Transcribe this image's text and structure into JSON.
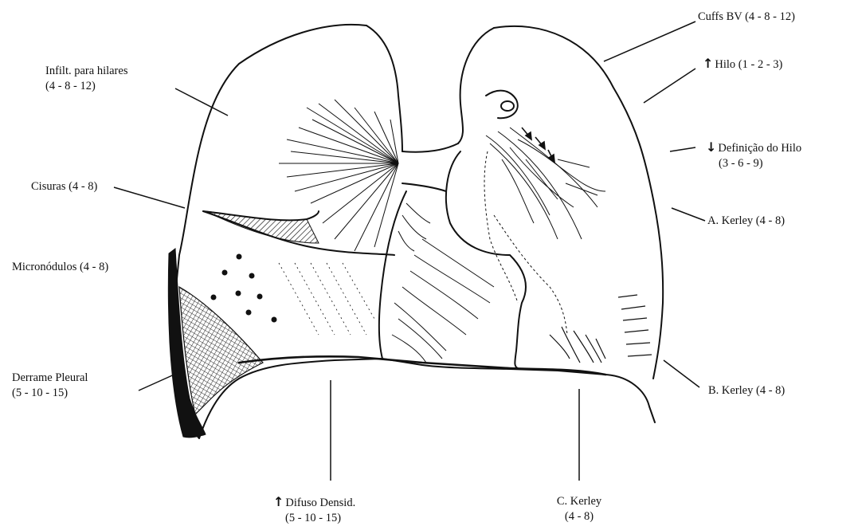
{
  "labels": {
    "cuffs_bv": "Cuffs BV (4 - 8 - 12)",
    "hilo": "Hilo (1 - 2 - 3)",
    "hilo_arrow": "↑",
    "definicao_line1": "Definição do Hilo",
    "definicao_line2": "(3 - 6 - 9)",
    "definicao_arrow": "↓",
    "a_kerley": "A. Kerley (4 - 8)",
    "b_kerley": "B. Kerley (4 - 8)",
    "c_kerley_line1": "C. Kerley",
    "c_kerley_line2": "(4 - 8)",
    "infilt_line1": "Infilt. para hilares",
    "infilt_line2": "(4 - 8 - 12)",
    "cisuras": "Cisuras (4 - 8)",
    "micronodulos": "Micronódulos (4 - 8)",
    "derrame_line1": "Derrame Pleural",
    "derrame_line2": "(5 - 10 - 15)",
    "difuso_line1": "Difuso Densid.",
    "difuso_line2": "(5 - 10 - 15)",
    "difuso_arrow": "↑"
  },
  "colors": {
    "ink": "#111111",
    "background": "#ffffff"
  }
}
